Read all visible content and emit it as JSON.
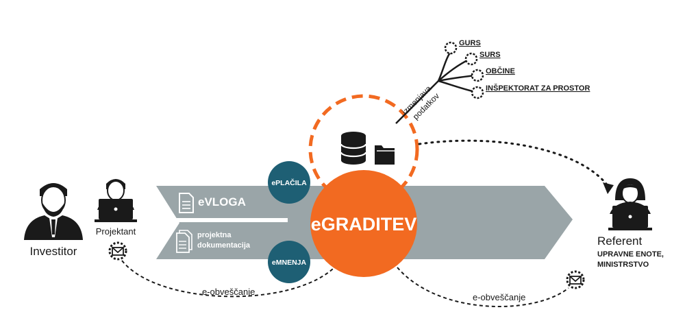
{
  "center": {
    "label": "eGRADITEV"
  },
  "badges": {
    "placila": "ePLAČILA",
    "mnenja": "eMNENJA"
  },
  "arrow": {
    "vloga": "eVLOGA",
    "dokumentacija_line1": "projektna",
    "dokumentacija_line2": "dokumentacija"
  },
  "actors": {
    "investitor": "Investitor",
    "projektant": "Projektant",
    "referent": "Referent",
    "referent_sub1": "UPRAVNE ENOTE,",
    "referent_sub2": "MINISTRSTVO"
  },
  "exchange": {
    "label_line1": "izmenjava",
    "label_line2": "podatkov",
    "targets": [
      "GURS",
      "SURS",
      "OBČINE",
      "INŠPEKTORAT ZA PROSTOR"
    ]
  },
  "notifications": {
    "left": "e-obveščanje",
    "right": "e-obveščanje"
  },
  "colors": {
    "orange": "#f26a21",
    "teal": "#1e5f74",
    "arrow_gray": "#9aa5a8",
    "dark": "#1a1a1a"
  }
}
